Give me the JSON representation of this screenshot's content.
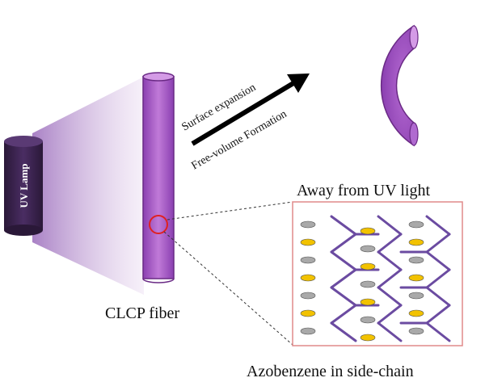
{
  "labels": {
    "uv_lamp": "UV Lamp",
    "arrow_upper": "Surface expansion",
    "arrow_lower": "Free-volume Formation",
    "bent_caption": "Away from UV light",
    "fiber_caption": "CLCP fiber",
    "inset_caption": "Azobenzene in side-chain"
  },
  "colors": {
    "fiber_purple": "#a855c8",
    "fiber_dark": "#6a2a85",
    "lamp_body": "#3b2350",
    "beam": "#caa3dc",
    "arrow": "#000000",
    "highlight_circle": "#e02020",
    "inset_border": "#e08a8a",
    "backbone": "#6b4ba1",
    "azo_yellow": "#f2c200",
    "azo_gray": "#a9a9a9"
  }
}
